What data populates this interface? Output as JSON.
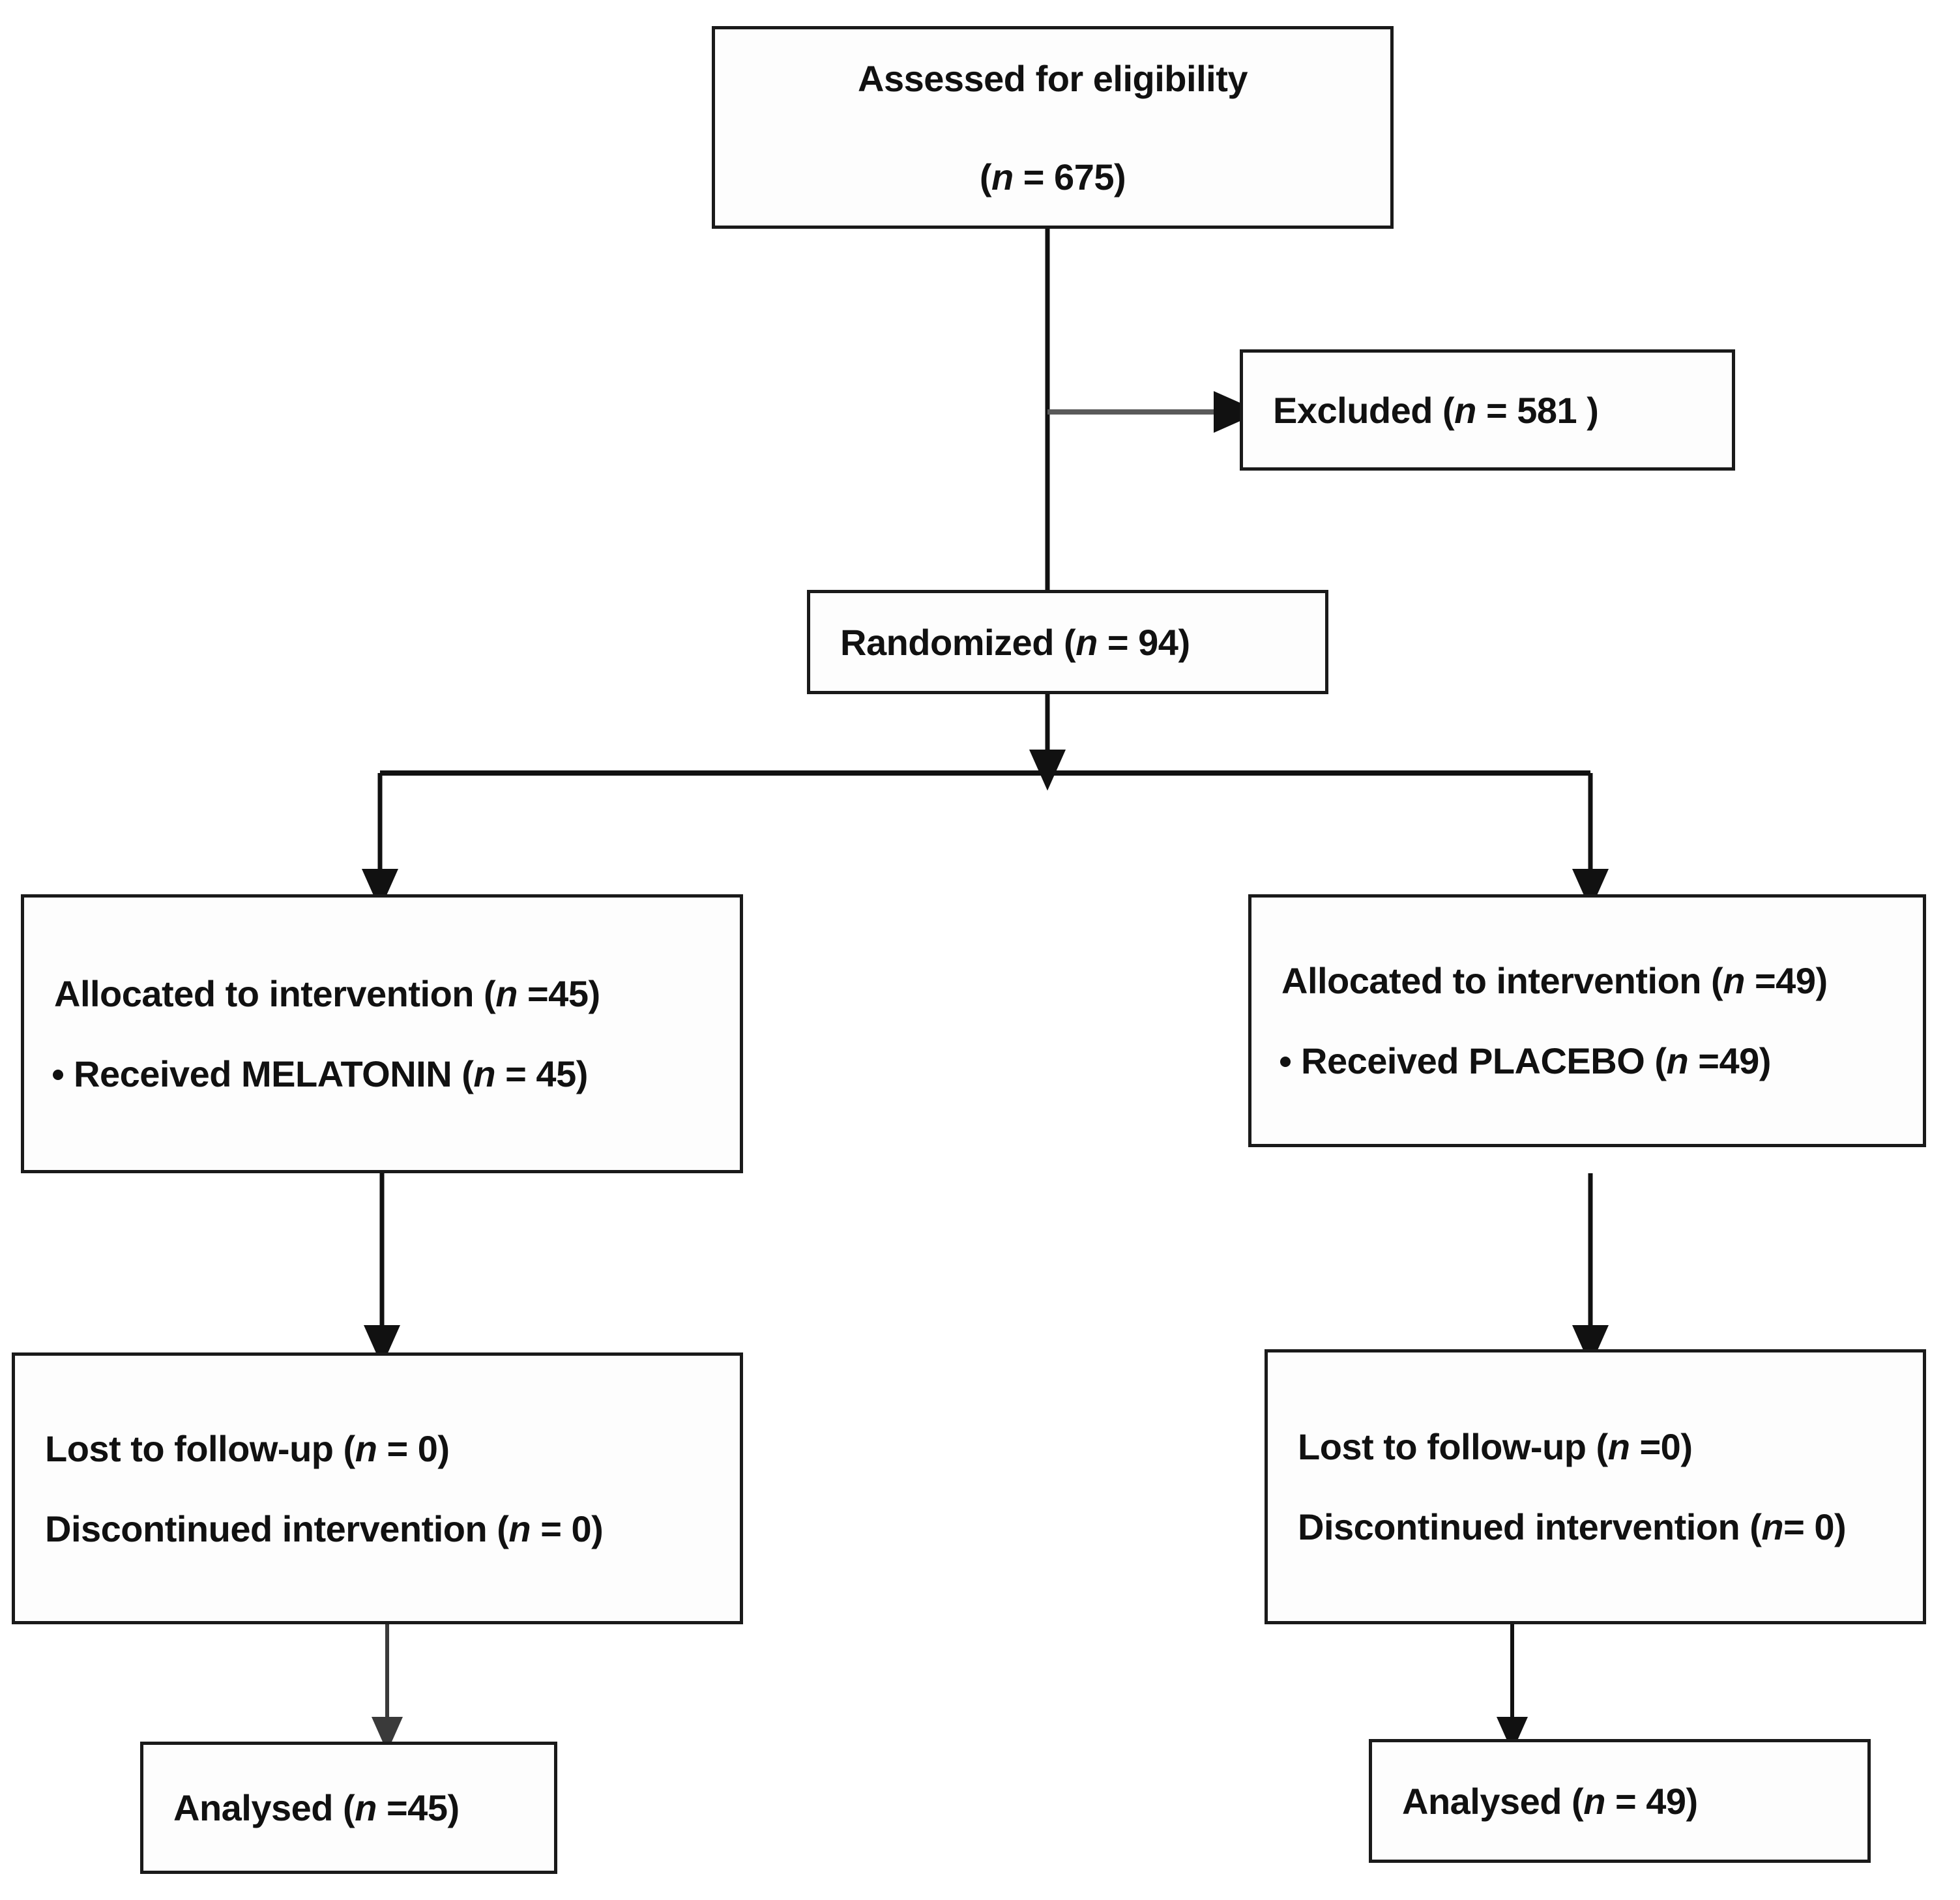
{
  "diagram": {
    "title": "CONSORT participant flow diagram",
    "type": "flowchart",
    "colors": {
      "box_border": "#1a1a1a",
      "text": "#111111",
      "connector_dark": "#111111",
      "connector_gray": "#5a5a5a",
      "background": "#ffffff"
    },
    "nodes": {
      "enrollment": {
        "line1": "Assessed for eligibility",
        "line2_prefix": "(",
        "line2_italic": "n",
        "line2_suffix": " = 675)"
      },
      "excluded": {
        "prefix": "Excluded  (",
        "italic": "n",
        "suffix": " = 581 )"
      },
      "randomized": {
        "prefix": "Randomized (",
        "italic": "n",
        "suffix": " = 94)"
      },
      "allocation_left": {
        "line1_prefix": "Allocated to intervention (",
        "line1_italic": "n",
        "line1_suffix": " =45)",
        "line2_prefix": "Received MELATONIN (",
        "line2_italic": "n",
        "line2_suffix": " = 45)"
      },
      "allocation_right": {
        "line1_prefix": "Allocated to intervention (",
        "line1_italic": "n",
        "line1_suffix": " =49)",
        "line2_prefix": "Received PLACEBO (",
        "line2_italic": "n",
        "line2_suffix": " =49)"
      },
      "followup_left": {
        "line1_prefix": "Lost to follow-up  (",
        "line1_italic": "n",
        "line1_suffix": " = 0)",
        "line2_prefix": "Discontinued intervention (",
        "line2_italic": "n",
        "line2_suffix": " = 0)"
      },
      "followup_right": {
        "line1_prefix": "Lost to follow-up  (",
        "line1_italic": "n",
        "line1_suffix": " =0)",
        "line2_prefix": "Discontinued intervention (",
        "line2_italic": "n",
        "line2_suffix": "= 0)"
      },
      "analysed_left": {
        "prefix": "Analysed (",
        "italic": "n",
        "suffix": " =45)"
      },
      "analysed_right": {
        "prefix": "Analysed (",
        "italic": "n",
        "suffix": " = 49)"
      }
    },
    "counts": {
      "assessed": 675,
      "excluded": 581,
      "randomized": 94,
      "allocated_melatonin": 45,
      "received_melatonin": 45,
      "allocated_placebo": 49,
      "received_placebo": 49,
      "lost_followup_melatonin": 0,
      "discontinued_melatonin": 0,
      "lost_followup_placebo": 0,
      "discontinued_placebo": 0,
      "analysed_melatonin": 45,
      "analysed_placebo": 49
    }
  }
}
